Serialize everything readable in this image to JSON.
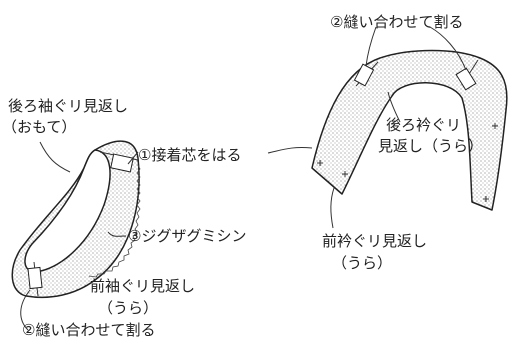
{
  "colors": {
    "ink": "#222222",
    "paper": "#ffffff",
    "stipple": "#555555"
  },
  "labels": {
    "back_armhole_facing": "後ろ袖ぐリ見返し",
    "back_armhole_facing_side": "（おもて）",
    "apply_interfacing": "①接着芯をはる",
    "zigzag": "③ジグザグミシン",
    "front_armhole_facing": "前袖ぐリ見返し",
    "front_armhole_facing_side": "（うら）",
    "sew_press_open_bottom": "②縫い合わせて割る",
    "sew_press_open_top": "②縫い合わせて割る",
    "back_neck_facing": "後ろ衿ぐリ",
    "back_neck_facing_2": "見返し（うら）",
    "front_neck_facing": "前衿ぐリ見返し",
    "front_neck_facing_side": "（うら）"
  }
}
